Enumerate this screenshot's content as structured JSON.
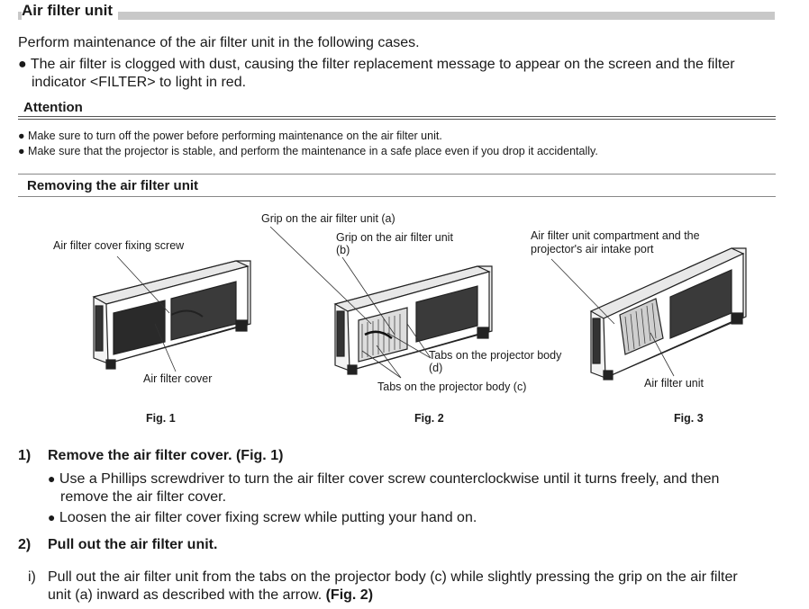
{
  "section": {
    "title": "Air filter unit",
    "intro": "Perform maintenance of the air filter unit in the following cases.",
    "case_line1": "The air filter is clogged with dust, causing the filter replacement message to appear on the screen and the filter",
    "case_line2": "indicator <FILTER> to light in red."
  },
  "attention": {
    "title": "Attention",
    "items": [
      "Make sure to turn off the power before performing maintenance on the air filter unit.",
      "Make sure that the projector is stable, and perform the maintenance in a safe place even if you drop it accidentally."
    ]
  },
  "removing": {
    "title": "Removing the air filter unit"
  },
  "figures": {
    "fig1": {
      "caption": "Fig. 1",
      "label_screw": "Air filter cover fixing screw",
      "label_cover": "Air filter cover"
    },
    "fig2": {
      "caption": "Fig. 2",
      "label_grip_a": "Grip on the air filter unit (a)",
      "label_grip_b1": "Grip on the air filter unit",
      "label_grip_b2": "(b)",
      "label_tabs_d1": "Tabs on the projector body",
      "label_tabs_d2": "(d)",
      "label_tabs_c": "Tabs on the projector body (c)"
    },
    "fig3": {
      "caption": "Fig. 3",
      "label_compartment1": "Air filter unit compartment and the",
      "label_compartment2": "projector's air intake port",
      "label_unit": "Air filter unit"
    }
  },
  "steps": {
    "s1_num": "1)",
    "s1_title": "Remove the air filter cover. (Fig. 1)",
    "s1_b1_line1": "Use a Phillips screwdriver to turn the air filter cover screw counterclockwise until it turns freely, and then",
    "s1_b1_line2": "remove the air filter cover.",
    "s1_b2": "Loosen the air filter cover fixing screw while putting your hand on.",
    "s2_num": "2)",
    "s2_title": "Pull out the air filter unit.",
    "s2i_num": "i)",
    "s2i_line1": "Pull out the air filter unit from the tabs on the projector body (c) while slightly pressing the grip on the air filter",
    "s2i_line2_text": "unit (a) inward as described with the arrow.",
    "s2i_line2_ref": "(Fig. 2)"
  }
}
